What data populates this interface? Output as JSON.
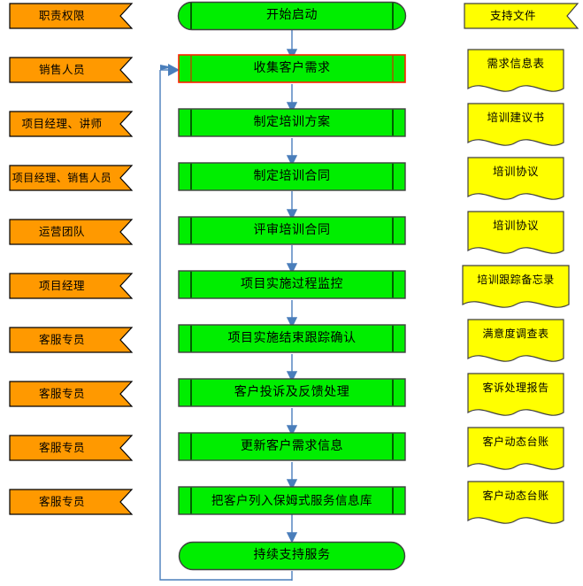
{
  "colors": {
    "orange": "#FF9900",
    "yellow": "#FFFF00",
    "green": "#00EE00",
    "outline_dark": "#404040",
    "outline_black": "#000000",
    "highlight_red": "#FF0000",
    "connector_blue": "#4A7EBB",
    "background": "#FFFFFF",
    "text": "#000000"
  },
  "columns": {
    "responsibility_header": "职责权限",
    "document_header": "支持文件"
  },
  "responsibilities": [
    {
      "label": "销售人员"
    },
    {
      "label": "项目经理、讲师"
    },
    {
      "label": "项目经理、销售人员"
    },
    {
      "label": "运营团队"
    },
    {
      "label": "项目经理"
    },
    {
      "label": "客服专员"
    },
    {
      "label": "客服专员"
    },
    {
      "label": "客服专员"
    },
    {
      "label": "客服专员"
    }
  ],
  "flow": {
    "start": {
      "label": "开始启动",
      "shape": "terminator"
    },
    "steps": [
      {
        "label": "收集客户需求",
        "shape": "predefined-process",
        "selected": true
      },
      {
        "label": "制定培训方案",
        "shape": "predefined-process",
        "selected": false
      },
      {
        "label": "制定培训合同",
        "shape": "predefined-process",
        "selected": false
      },
      {
        "label": "评审培训合同",
        "shape": "predefined-process",
        "selected": false
      },
      {
        "label": "项目实施过程监控",
        "shape": "predefined-process",
        "selected": false
      },
      {
        "label": "项目实施结束跟踪确认",
        "shape": "predefined-process",
        "selected": false
      },
      {
        "label": "客户投诉及反馈处理",
        "shape": "predefined-process",
        "selected": false
      },
      {
        "label": "更新客户需求信息",
        "shape": "predefined-process",
        "selected": false
      },
      {
        "label": "把客户列入保姆式服务信息库",
        "shape": "predefined-process",
        "selected": false
      }
    ],
    "end": {
      "label": "持续支持服务",
      "shape": "terminator"
    }
  },
  "documents": [
    {
      "label": "需求信息表"
    },
    {
      "label": "培训建议书"
    },
    {
      "label": "培训协议"
    },
    {
      "label": "培训协议"
    },
    {
      "label": "培训跟踪备忘录"
    },
    {
      "label": "满意度调查表"
    },
    {
      "label": "客诉处理报告"
    },
    {
      "label": "客户动态台账"
    },
    {
      "label": "客户动态台账"
    }
  ]
}
